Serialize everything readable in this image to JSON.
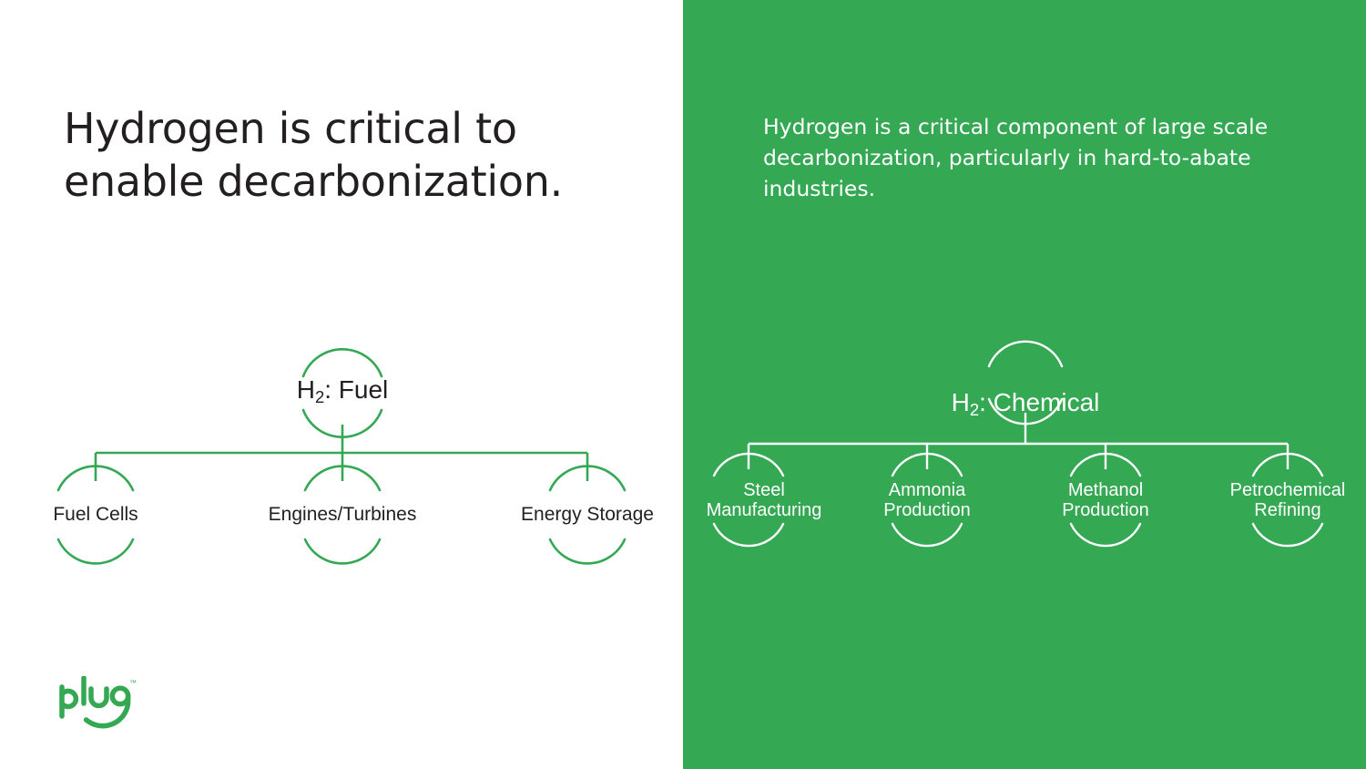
{
  "slide": {
    "title": "Hydrogen is critical to enable decarbonization.",
    "background_left": "#ffffff",
    "background_right": "#34a853",
    "accent_green": "#34a853",
    "title_color": "#231f20",
    "right_text_color": "#ffffff"
  },
  "left_panel": {
    "diagram": {
      "root": {
        "prefix": "H",
        "subscript": "2",
        "suffix": ": Fuel",
        "full_label": "H2: Fuel"
      },
      "leaves": [
        {
          "label": "Fuel Cells",
          "lines": [
            "Fuel Cells"
          ]
        },
        {
          "label": "Engines/Turbines",
          "lines": [
            "Engines/Turbines"
          ]
        },
        {
          "label": "Energy Storage",
          "lines": [
            "Energy Storage"
          ]
        }
      ],
      "line_color": "#34a853",
      "text_color": "#231f20"
    }
  },
  "right_panel": {
    "intro": "Hydrogen is a critical component of large scale decarbonization, particularly in hard-to-abate industries.",
    "diagram": {
      "root": {
        "prefix": "H",
        "subscript": "2",
        "suffix": ": Chemical",
        "full_label": "H2: Chemical"
      },
      "leaves": [
        {
          "label": "Steel Manufacturing",
          "lines": [
            "Steel",
            "Manufacturing"
          ]
        },
        {
          "label": "Ammonia Production",
          "lines": [
            "Ammonia",
            "Production"
          ]
        },
        {
          "label": "Methanol Production",
          "lines": [
            "Methanol",
            "Production"
          ]
        },
        {
          "label": "Petrochemical Refining",
          "lines": [
            "Petrochemical",
            "Refining"
          ]
        }
      ],
      "line_color": "#ffffff",
      "text_color": "#ffffff"
    }
  },
  "footer": {
    "logo_text": "plug",
    "logo_trademark": "™",
    "logo_color": "#34a853"
  }
}
